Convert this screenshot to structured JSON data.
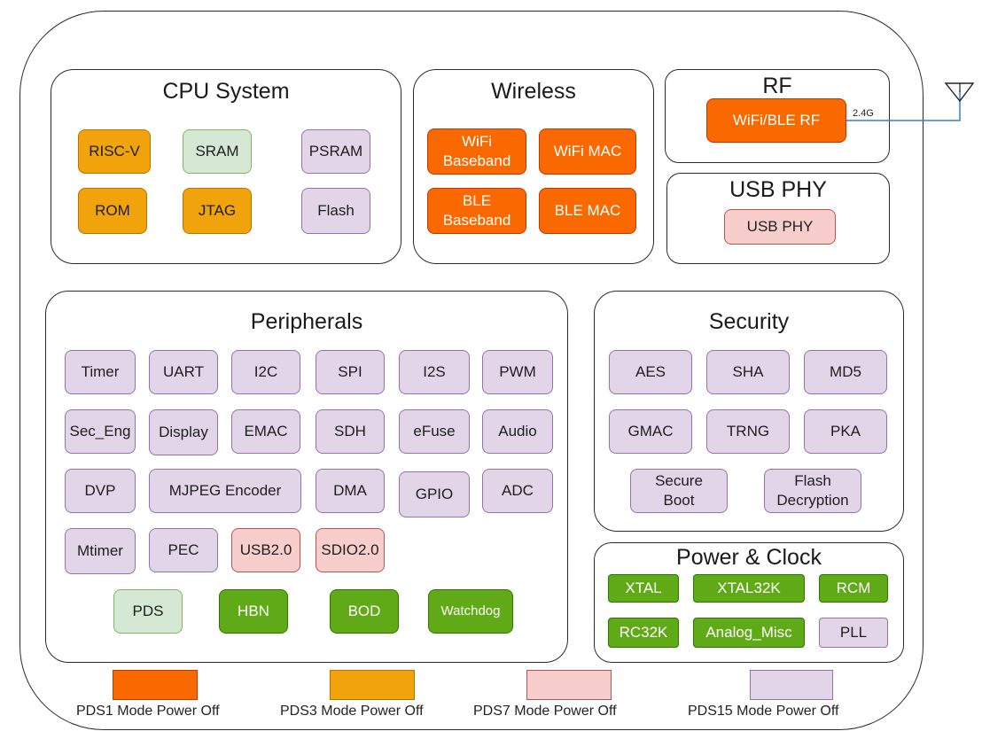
{
  "colors": {
    "pds1": "#fa6800",
    "pds3": "#f0a30a",
    "pds7": "#f8cecc",
    "pds15": "#e1d5e7",
    "always_on_light": "#d5e8d4",
    "always_on_dark": "#60a917"
  },
  "icons": {
    "antenna": "antenna-icon"
  },
  "cpu": {
    "title": "CPU System",
    "blocks": [
      "RISC-V",
      "SRAM",
      "PSRAM",
      "ROM",
      "JTAG",
      "Flash"
    ]
  },
  "wireless": {
    "title": "Wireless",
    "blocks": [
      "WiFi Baseband",
      "WiFi MAC",
      "BLE Baseband",
      "BLE MAC"
    ]
  },
  "rf": {
    "title": "RF",
    "block": "WiFi/BLE RF",
    "freq_label": "2.4G"
  },
  "usb": {
    "title": "USB PHY",
    "block": "USB PHY"
  },
  "peripherals": {
    "title": "Peripherals",
    "blocks": [
      "Timer",
      "UART",
      "I2C",
      "SPI",
      "I2S",
      "PWM",
      "Sec_Eng",
      "Display",
      "EMAC",
      "SDH",
      "eFuse",
      "Audio",
      "DVP",
      "MJPEG Encoder",
      "DMA",
      "GPIO",
      "ADC",
      "Mtimer",
      "PEC",
      "USB2.0",
      "SDIO2.0",
      "PDS",
      "HBN",
      "BOD",
      "Watchdog"
    ]
  },
  "security": {
    "title": "Security",
    "blocks": [
      "AES",
      "SHA",
      "MD5",
      "GMAC",
      "TRNG",
      "PKA",
      "Secure Boot",
      "Flash Decryption"
    ]
  },
  "power": {
    "title": "Power & Clock",
    "blocks": [
      "XTAL",
      "XTAL32K",
      "RCM",
      "RC32K",
      "Analog_Misc",
      "PLL"
    ]
  },
  "legend": [
    "PDS1 Mode Power Off",
    "PDS3 Mode Power Off",
    "PDS7 Mode Power Off",
    "PDS15 Mode Power Off"
  ]
}
